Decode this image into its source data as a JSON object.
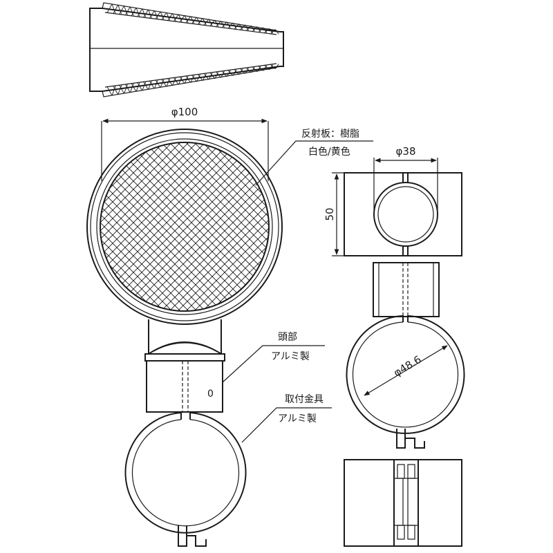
{
  "dimensions": {
    "reflector_diameter": "φ100",
    "clamp_inner_diameter": "φ38",
    "clamp_height": "50",
    "pipe_diameter": "φ48.6"
  },
  "callouts": {
    "reflector_line1": "反射板：樹脂",
    "reflector_line2": "白色/黄色",
    "head_line1": "頭部",
    "head_line2": "アルミ製",
    "bracket_line1": "取付金具",
    "bracket_line2": "アルミ製"
  },
  "side_mark": "0"
}
